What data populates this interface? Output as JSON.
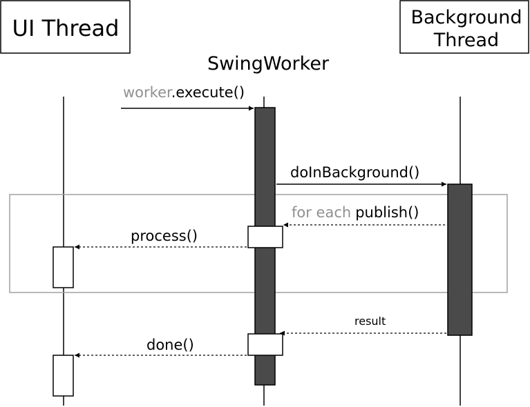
{
  "participants": {
    "ui_thread": "UI Thread",
    "swingworker": "SwingWorker",
    "background_line1": "Background",
    "background_line2": "Thread"
  },
  "messages": {
    "execute_object": "worker",
    "execute_call": ".execute()",
    "do_in_background": "doInBackground()",
    "publish_prefix": "for each",
    "publish_call": "publish()",
    "process": "process()",
    "result": "result",
    "done": "done()"
  },
  "colors": {
    "activation_dark": "#4a4a4a",
    "activation_light": "#ffffff",
    "loop_frame": "#a0a0a0",
    "muted_text": "#909090",
    "line": "#000000"
  }
}
